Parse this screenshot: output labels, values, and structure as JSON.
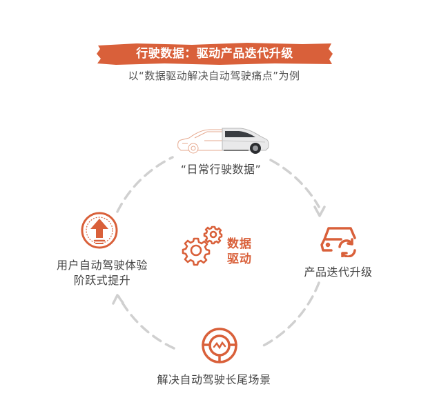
{
  "header": {
    "title": "行驶数据：驱动产品迭代升级",
    "subtitle": "以“数据驱动解决自动驾驶痛点”为例"
  },
  "cycle": {
    "top_label": "“日常行驶数据”",
    "right_label": "产品迭代升级",
    "bottom_label": "解决自动驾驶长尾场景",
    "left_label_line1": "用户自动驾驶体验",
    "left_label_line2": "阶跃式提升",
    "center_line1": "数据",
    "center_line2": "驱动"
  },
  "icons": {
    "top": "car-sketch-photo-icon",
    "right": "car-refresh-icon",
    "bottom": "steering-wheel-icon",
    "left": "upgrade-arrow-icon",
    "center": "gears-icon"
  },
  "colors": {
    "accent": "#d9603a",
    "dashes": "#d0d0d0",
    "text": "#444444"
  }
}
